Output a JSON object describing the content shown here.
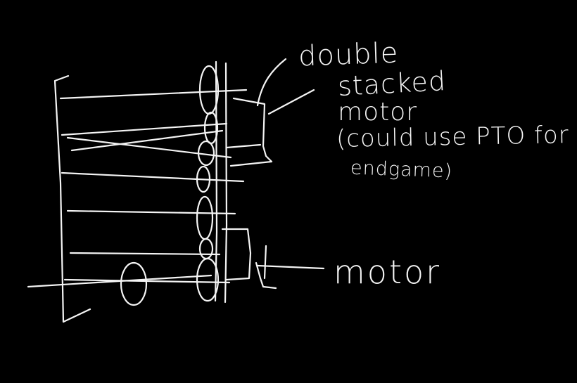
{
  "canvas": {
    "background": "#000000",
    "ink_color": "#f4f4f4"
  },
  "annotations": {
    "double_stacked_motor": {
      "line1": "double",
      "line2": "stacked",
      "line3": "motor",
      "line4": "(could use PTO for",
      "line5": "endgame)"
    },
    "single_motor": {
      "text": "motor"
    }
  }
}
